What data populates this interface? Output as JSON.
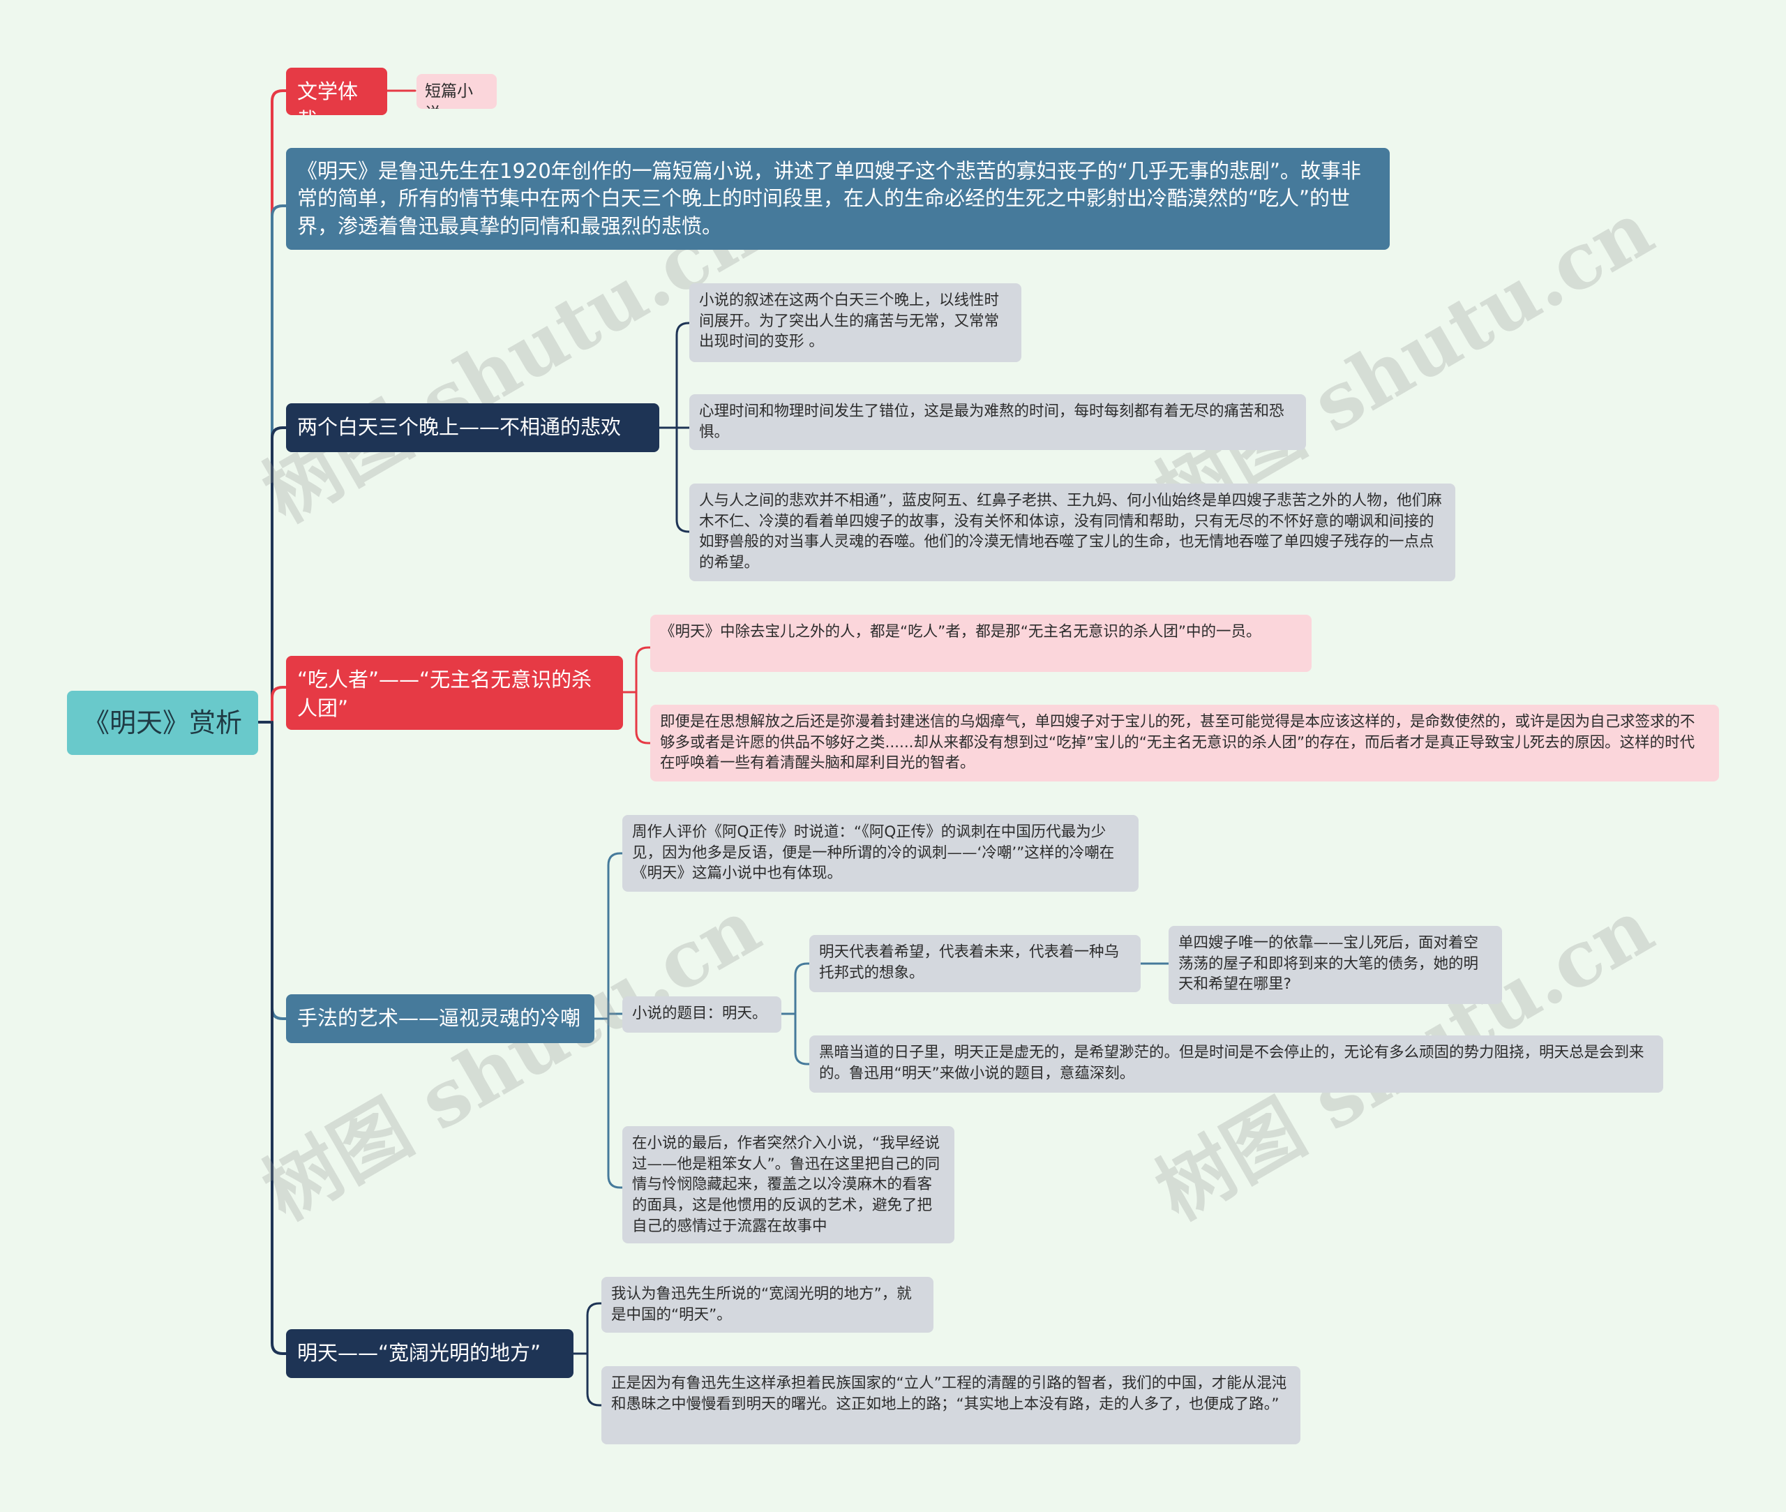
{
  "root": {
    "title": "《明天》赏析"
  },
  "genre": {
    "label": "文学体裁",
    "value": "短篇小说"
  },
  "intro": "《明天》是鲁迅先生在1920年创作的一篇短篇小说，讲述了单四嫂子这个悲苦的寡妇丧子的“几乎无事的悲剧”。故事非常的简单，所有的情节集中在两个白天三个晚上的时间段里，在人的生命必经的生死之中影射出冷酷漠然的“吃人”的世界，渗透着鲁迅最真挚的同情和最强烈的悲愤。",
  "branch_time": {
    "label": "两个白天三个晚上——不相通的悲欢",
    "notes": [
      "小说的叙述在这两个白天三个晚上，以线性时间展开。为了突出人生的痛苦与无常，又常常出现时间的变形 。",
      "心理时间和物理时间发生了错位，这是最为难熬的时间，每时每刻都有着无尽的痛苦和恐惧。",
      "人与人之间的悲欢并不相通”，蓝皮阿五、红鼻子老拱、王九妈、何小仙始终是单四嫂子悲苦之外的人物，他们麻木不仁、冷漠的看着单四嫂子的故事，没有关怀和体谅，没有同情和帮助，只有无尽的不怀好意的嘲讽和间接的如野兽般的对当事人灵魂的吞噬。他们的冷漠无情地吞噬了宝儿的生命，也无情地吞噬了单四嫂子残存的一点点的希望。"
    ]
  },
  "branch_eaters": {
    "label": "“吃人者”——“无主名无意识的杀人团”",
    "notes": [
      "《明天》中除去宝儿之外的人，都是“吃人”者，都是那“无主名无意识的杀人团”中的一员。",
      "即便是在思想解放之后还是弥漫着封建迷信的乌烟瘴气，单四嫂子对于宝儿的死，甚至可能觉得是本应该这样的，是命数使然的，或许是因为自己求签求的不够多或者是许愿的供品不够好之类......却从来都没有想到过“吃掉”宝儿的“无主名无意识的杀人团”的存在，而后者才是真正导致宝儿死去的原因。这样的时代在呼唤着一些有着清醒头脑和犀利目光的智者。"
    ]
  },
  "branch_art": {
    "label": "手法的艺术——逼视灵魂的冷嘲",
    "note_zhou": "周作人评价《阿Q正传》时说道：“《阿Q正传》的讽刺在中国历代最为少见，因为他多是反语，便是一种所谓的冷的讽刺——‘冷嘲’”这样的冷嘲在《明天》这篇小说中也有体现。",
    "title_node": "小说的题目：明天。",
    "hope": "明天代表着希望，代表着未来，代表着一种乌托邦式的想象。",
    "hope_detail": "单四嫂子唯一的依靠——宝儿死后，面对着空荡荡的屋子和即将到来的大笔的债务，她的明天和希望在哪里?",
    "dark": "黑暗当道的日子里，明天正是虚无的，是希望渺茫的。但是时间是不会停止的，无论有多么顽固的势力阻挠，明天总是会到来的。鲁迅用“明天”来做小说的题目，意蕴深刻。",
    "ending": "在小说的最后，作者突然介入小说，“我早经说过——他是粗笨女人”。鲁迅在这里把自己的同情与怜悯隐藏起来，覆盖之以冷漠麻木的看客的面具，这是他惯用的反讽的艺术，避免了把自己的感情过于流露在故事中"
  },
  "branch_tomorrow": {
    "label": "明天——“宽阔光明的地方”",
    "notes": [
      "我认为鲁迅先生所说的“宽阔光明的地方”，就是中国的“明天”。",
      "正是因为有鲁迅先生这样承担着民族国家的“立人”工程的清醒的引路的智者，我们的中国，才能从混沌和愚昧之中慢慢看到明天的曙光。这正如地上的路；“其实地上本没有路，走的人多了，也便成了路。”"
    ]
  },
  "colors": {
    "background": "#eef8ee",
    "root": "#69c9cb",
    "red": "#e63a45",
    "navy": "#1e3455",
    "teal": "#467a9b",
    "grey_note": "#d4d8de",
    "pink_note": "#fbd6db"
  }
}
